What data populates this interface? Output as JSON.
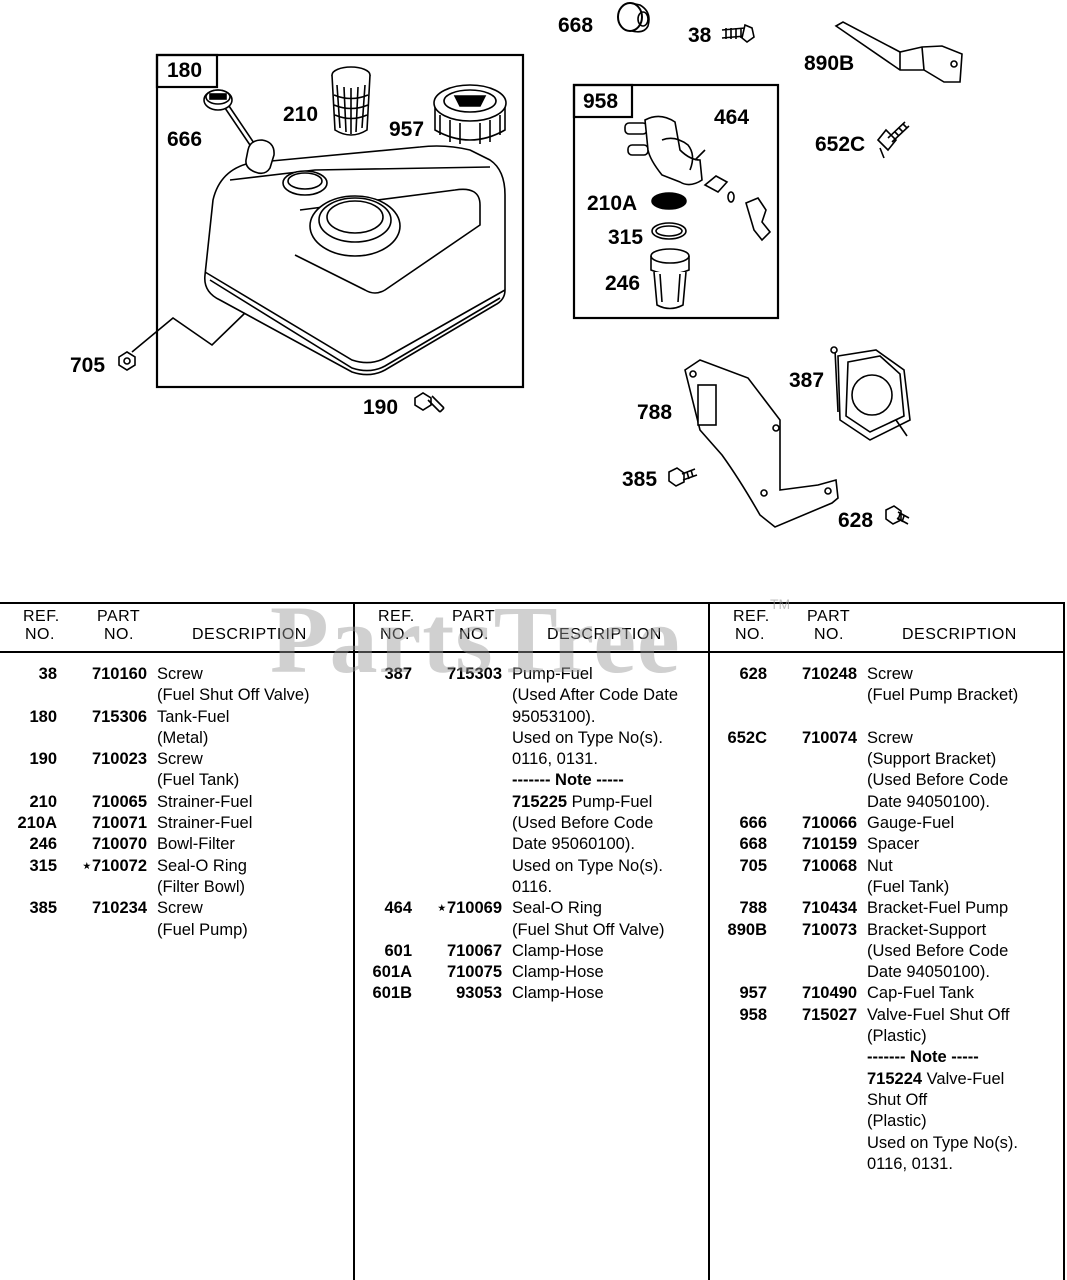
{
  "diagram": {
    "box_labels": [
      "180",
      "958"
    ],
    "callouts": [
      "668",
      "38",
      "890B",
      "210",
      "957",
      "666",
      "464",
      "652C",
      "210A",
      "315",
      "246",
      "705",
      "190",
      "387",
      "788",
      "385",
      "628"
    ]
  },
  "watermark": {
    "text": "PartsTree",
    "tm": "TM"
  },
  "table": {
    "headers": {
      "ref_1": "REF.",
      "ref_2": "NO.",
      "part_1": "PART",
      "part_2": "NO.",
      "desc": "DESCRIPTION"
    },
    "columns": [
      [
        {
          "ref": "38",
          "part": "710160",
          "desc": "Screw"
        },
        {
          "ref": "",
          "part": "",
          "desc": "(Fuel Shut Off Valve)"
        },
        {
          "ref": "180",
          "part": "715306",
          "desc": "Tank-Fuel"
        },
        {
          "ref": "",
          "part": "",
          "desc": "(Metal)"
        },
        {
          "ref": "190",
          "part": "710023",
          "desc": "Screw"
        },
        {
          "ref": "",
          "part": "",
          "desc": "(Fuel Tank)"
        },
        {
          "ref": "210",
          "part": "710065",
          "desc": "Strainer-Fuel"
        },
        {
          "ref": "210A",
          "part": "710071",
          "desc": "Strainer-Fuel"
        },
        {
          "ref": "246",
          "part": "710070",
          "desc": "Bowl-Filter"
        },
        {
          "ref": "315",
          "part": "⋆710072",
          "desc": "Seal-O Ring"
        },
        {
          "ref": "",
          "part": "",
          "desc": "(Filter Bowl)"
        },
        {
          "ref": "385",
          "part": "710234",
          "desc": "Screw"
        },
        {
          "ref": "",
          "part": "",
          "desc": "(Fuel Pump)"
        }
      ],
      [
        {
          "ref": "387",
          "part": "715303",
          "desc": "Pump-Fuel"
        },
        {
          "ref": "",
          "part": "",
          "desc": "(Used After Code Date"
        },
        {
          "ref": "",
          "part": "",
          "desc": "95053100)."
        },
        {
          "ref": "",
          "part": "",
          "desc": "Used on Type No(s)."
        },
        {
          "ref": "",
          "part": "",
          "desc": "0116, 0131."
        },
        {
          "ref": "",
          "part": "",
          "desc": "------- Note -----",
          "bold": true
        },
        {
          "ref": "",
          "part": "",
          "desc_bold": "715225",
          "desc": " Pump-Fuel"
        },
        {
          "ref": "",
          "part": "",
          "desc": "(Used Before Code"
        },
        {
          "ref": "",
          "part": "",
          "desc": "Date 95060100)."
        },
        {
          "ref": "",
          "part": "",
          "desc": "Used on Type No(s)."
        },
        {
          "ref": "",
          "part": "",
          "desc": "0116."
        },
        {
          "ref": "464",
          "part": "⋆710069",
          "desc": "Seal-O Ring"
        },
        {
          "ref": "",
          "part": "",
          "desc": "(Fuel Shut Off Valve)"
        },
        {
          "ref": "601",
          "part": "710067",
          "desc": "Clamp-Hose"
        },
        {
          "ref": "601A",
          "part": "710075",
          "desc": "Clamp-Hose"
        },
        {
          "ref": "601B",
          "part": "93053",
          "desc": "Clamp-Hose"
        }
      ],
      [
        {
          "ref": "628",
          "part": "710248",
          "desc": "Screw"
        },
        {
          "ref": "",
          "part": "",
          "desc": "(Fuel Pump Bracket)"
        },
        {
          "ref": "",
          "part": "",
          "desc": ""
        },
        {
          "ref": "652C",
          "part": "710074",
          "desc": "Screw"
        },
        {
          "ref": "",
          "part": "",
          "desc": "(Support Bracket)"
        },
        {
          "ref": "",
          "part": "",
          "desc": "(Used Before Code"
        },
        {
          "ref": "",
          "part": "",
          "desc": "Date 94050100)."
        },
        {
          "ref": "666",
          "part": "710066",
          "desc": "Gauge-Fuel"
        },
        {
          "ref": "668",
          "part": "710159",
          "desc": "Spacer"
        },
        {
          "ref": "705",
          "part": "710068",
          "desc": "Nut"
        },
        {
          "ref": "",
          "part": "",
          "desc": "(Fuel Tank)"
        },
        {
          "ref": "788",
          "part": "710434",
          "desc": "Bracket-Fuel Pump"
        },
        {
          "ref": "890B",
          "part": "710073",
          "desc": "Bracket-Support"
        },
        {
          "ref": "",
          "part": "",
          "desc": "(Used Before Code"
        },
        {
          "ref": "",
          "part": "",
          "desc": "Date 94050100)."
        },
        {
          "ref": "957",
          "part": "710490",
          "desc": "Cap-Fuel Tank"
        },
        {
          "ref": "958",
          "part": "715027",
          "desc": "Valve-Fuel Shut Off"
        },
        {
          "ref": "",
          "part": "",
          "desc": "(Plastic)"
        },
        {
          "ref": "",
          "part": "",
          "desc": "------- Note -----",
          "bold": true
        },
        {
          "ref": "",
          "part": "",
          "desc_bold": "715224",
          "desc": " Valve-Fuel"
        },
        {
          "ref": "",
          "part": "",
          "desc": "Shut Off"
        },
        {
          "ref": "",
          "part": "",
          "desc": "(Plastic)"
        },
        {
          "ref": "",
          "part": "",
          "desc": "Used on Type No(s)."
        },
        {
          "ref": "",
          "part": "",
          "desc": "0116, 0131."
        }
      ]
    ]
  }
}
